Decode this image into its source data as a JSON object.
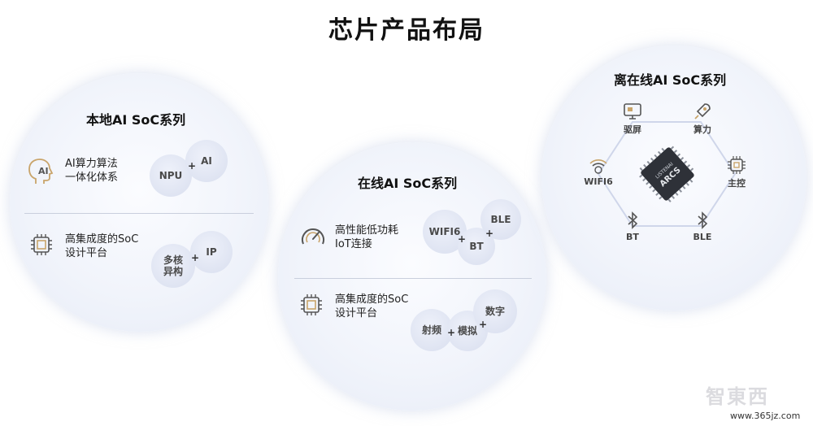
{
  "title": "芯片产品布局",
  "left": {
    "title": "本地AI SoC系列",
    "feature1": {
      "lines": [
        "AI算力算法",
        "一体化体系"
      ],
      "icon_text": "AI",
      "bubbles": [
        "NPU",
        "AI"
      ],
      "plus": "+"
    },
    "feature2": {
      "lines": [
        "高集成度的SoC",
        "设计平台"
      ],
      "bubbles": [
        "多核\n异构",
        "IP"
      ],
      "plus": "+"
    }
  },
  "center": {
    "title": "在线AI SoC系列",
    "feature1": {
      "lines": [
        "高性能低功耗",
        "IoT连接"
      ],
      "bubbles": [
        "WIFI6",
        "BT",
        "BLE"
      ],
      "plus": [
        "+",
        "+"
      ]
    },
    "feature2": {
      "lines": [
        "高集成度的SoC",
        "设计平台"
      ],
      "bubbles": [
        "射频",
        "模拟",
        "数字"
      ],
      "plus": [
        "+",
        "+"
      ]
    }
  },
  "right": {
    "title": "离在线AI SoC系列",
    "nodes": [
      "驱屏",
      "算力",
      "主控",
      "BLE",
      "BT",
      "WIFI6"
    ],
    "chip_label": [
      "LISTENAI",
      "ARCS"
    ]
  },
  "watermark": {
    "logo": "智東西",
    "url": "www.365jz.com"
  },
  "colors": {
    "accent": "#c9a46a",
    "icon_gray": "#555555",
    "line": "#c9cfdd"
  }
}
